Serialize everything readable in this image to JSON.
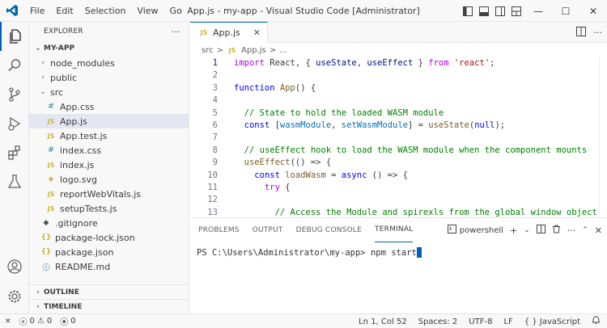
{
  "window": {
    "title": "App.js - my-app - Visual Studio Code [Administrator]",
    "menu": [
      "File",
      "Edit",
      "Selection",
      "View",
      "Go"
    ],
    "controls": {
      "minimize": "—",
      "maximize": "☐",
      "close": "✕"
    }
  },
  "explorer": {
    "header": "EXPLORER",
    "more": "···",
    "project": "MY-APP",
    "tree": [
      {
        "label": "node_modules",
        "type": "folder",
        "depth": 1,
        "expanded": false
      },
      {
        "label": "public",
        "type": "folder",
        "depth": 1,
        "expanded": false
      },
      {
        "label": "src",
        "type": "folder",
        "depth": 1,
        "expanded": true
      },
      {
        "label": "App.css",
        "type": "css",
        "depth": 2
      },
      {
        "label": "App.js",
        "type": "js",
        "depth": 2,
        "selected": true
      },
      {
        "label": "App.test.js",
        "type": "test",
        "depth": 2
      },
      {
        "label": "index.css",
        "type": "css",
        "depth": 2
      },
      {
        "label": "index.js",
        "type": "js",
        "depth": 2
      },
      {
        "label": "logo.svg",
        "type": "svg",
        "depth": 2
      },
      {
        "label": "reportWebVitals.js",
        "type": "js",
        "depth": 2
      },
      {
        "label": "setupTests.js",
        "type": "test",
        "depth": 2
      },
      {
        "label": ".gitignore",
        "type": "git",
        "depth": 1
      },
      {
        "label": "package-lock.json",
        "type": "json",
        "depth": 1
      },
      {
        "label": "package.json",
        "type": "json",
        "depth": 1
      },
      {
        "label": "README.md",
        "type": "md",
        "depth": 1
      }
    ],
    "outline": "OUTLINE",
    "timeline": "TIMELINE"
  },
  "editor": {
    "tab": {
      "icon": "JS",
      "label": "App.js",
      "close": "✕"
    },
    "breadcrumb": {
      "folder": "src",
      "sep": ">",
      "file": "App.js",
      "more": "..."
    },
    "current_line": 1,
    "lines": [
      {
        "n": "1",
        "tokens": [
          [
            "kw2",
            "import"
          ],
          [
            "punc",
            " React, { "
          ],
          [
            "var",
            "useState"
          ],
          [
            "punc",
            ", "
          ],
          [
            "var",
            "useEffect"
          ],
          [
            "punc",
            " } "
          ],
          [
            "kw2",
            "from"
          ],
          [
            "punc",
            " "
          ],
          [
            "str",
            "'react'"
          ],
          [
            "punc",
            ";"
          ]
        ]
      },
      {
        "n": "2",
        "tokens": []
      },
      {
        "n": "3",
        "tokens": [
          [
            "kw",
            "function"
          ],
          [
            "punc",
            " "
          ],
          [
            "fn",
            "App"
          ],
          [
            "punc",
            "() {"
          ]
        ]
      },
      {
        "n": "4",
        "tokens": []
      },
      {
        "n": "5",
        "tokens": [
          [
            "punc",
            "  "
          ],
          [
            "cm",
            "// State to hold the loaded WASM module"
          ]
        ]
      },
      {
        "n": "6",
        "tokens": [
          [
            "punc",
            "  "
          ],
          [
            "kw",
            "const"
          ],
          [
            "punc",
            " ["
          ],
          [
            "cn",
            "wasmModule"
          ],
          [
            "punc",
            ", "
          ],
          [
            "cn",
            "setWasmModule"
          ],
          [
            "punc",
            "] = "
          ],
          [
            "fn",
            "useState"
          ],
          [
            "punc",
            "("
          ],
          [
            "kw",
            "null"
          ],
          [
            "punc",
            ");"
          ]
        ]
      },
      {
        "n": "7",
        "tokens": []
      },
      {
        "n": "8",
        "tokens": [
          [
            "punc",
            "  "
          ],
          [
            "cm",
            "// useEffect hook to load the WASM module when the component mounts"
          ]
        ]
      },
      {
        "n": "9",
        "tokens": [
          [
            "punc",
            "  "
          ],
          [
            "fn",
            "useEffect"
          ],
          [
            "punc",
            "(() => {"
          ]
        ]
      },
      {
        "n": "10",
        "tokens": [
          [
            "punc",
            "    "
          ],
          [
            "kw",
            "const"
          ],
          [
            "punc",
            " "
          ],
          [
            "fn",
            "loadWasm"
          ],
          [
            "punc",
            " = "
          ],
          [
            "kw",
            "async"
          ],
          [
            "punc",
            " () => {"
          ]
        ]
      },
      {
        "n": "11",
        "tokens": [
          [
            "punc",
            "      "
          ],
          [
            "kw2",
            "try"
          ],
          [
            "punc",
            " {"
          ]
        ]
      },
      {
        "n": "12",
        "tokens": []
      },
      {
        "n": "13",
        "tokens": [
          [
            "punc",
            "        "
          ],
          [
            "cm",
            "// Access the Module and spirexls from the global window object"
          ]
        ]
      }
    ]
  },
  "panel": {
    "tabs": [
      "PROBLEMS",
      "OUTPUT",
      "DEBUG CONSOLE",
      "TERMINAL"
    ],
    "active_tab": "TERMINAL",
    "shell": "powershell",
    "terminal": {
      "prompt": "PS C:\\Users\\Administrator\\my-app> ",
      "command": "npm start"
    }
  },
  "status": {
    "errors": "0",
    "warnings": "0",
    "broadcast": "0",
    "position": "Ln 1, Col 52",
    "spaces": "Spaces: 2",
    "encoding": "UTF-8",
    "eol": "LF",
    "language": "{ } JavaScript"
  },
  "colors": {
    "accent": "#005fb8",
    "keyword": "#0000ff",
    "control": "#af00db",
    "string": "#a31515",
    "comment": "#008000",
    "function": "#795e26",
    "variable": "#001080",
    "constant": "#0070c1"
  }
}
